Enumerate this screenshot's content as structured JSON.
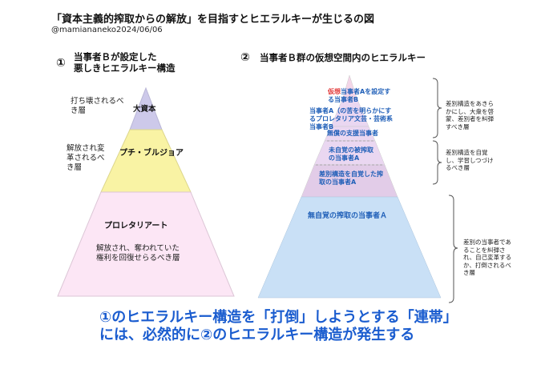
{
  "title": "「資本主義的搾取からの解放」を目指すとヒエラルキーが生じるの図",
  "credit": "@mamiananeko2024/06/06",
  "left": {
    "number": "①",
    "heading_line1": "当事者Ｂが設定した",
    "heading_line2": "悪しきヒエラルキー構造",
    "side_labels": [
      "打ち壊されるべき層",
      "解放され変革されるべき層",
      "解放され、奪われていた権利を回復せらるべき層"
    ],
    "tiers": [
      "大資本",
      "プチ・ブルジョア",
      "プロレタリアート"
    ]
  },
  "right": {
    "number": "②",
    "heading": "当事者Ｂ群の仮想空間内のヒエラルキー",
    "tiers": [
      {
        "pre": "仮想",
        "text": "当事者Aを設定する当事者B"
      },
      {
        "pre": "",
        "text": "当事者A（の苦を明らかにするプロレタリア文芸・芸術系当事者B"
      },
      {
        "pre": "",
        "text": "無償の支援当事者"
      },
      {
        "pre": "",
        "text": "未自覚の被搾取の当事者A"
      },
      {
        "pre": "",
        "text": "差別構造を自覚した搾取の当事者A"
      },
      {
        "pre": "",
        "text": "無自覚の搾取の当事者Ａ"
      }
    ],
    "notes": [
      "差別構造をあきらかにし、大衆を啓蒙、差別者を糾弾すべき層",
      "差別構造を自覚し、学習しつづけるべき層",
      "差別の当事者であることを糾弾され、自己変革するか、打倒されるべき層"
    ]
  },
  "conclusion_line1": "①のヒエラルキー構造を「打倒」しようとする「連帯」",
  "conclusion_line2": "には、必然的に②のヒエラルキー構造が発生する",
  "colors": {
    "top_tier": "#cdc9ea",
    "middle_tier": "#f9f3a4",
    "bottom_tier": "#fce6f5",
    "right_top": "#f4d6e8",
    "right_mid": "#ead7f1",
    "right_bottom": "#c9e0f6",
    "accent_blue": "#1a5ccf",
    "highlight_red": "#e23a3a"
  }
}
